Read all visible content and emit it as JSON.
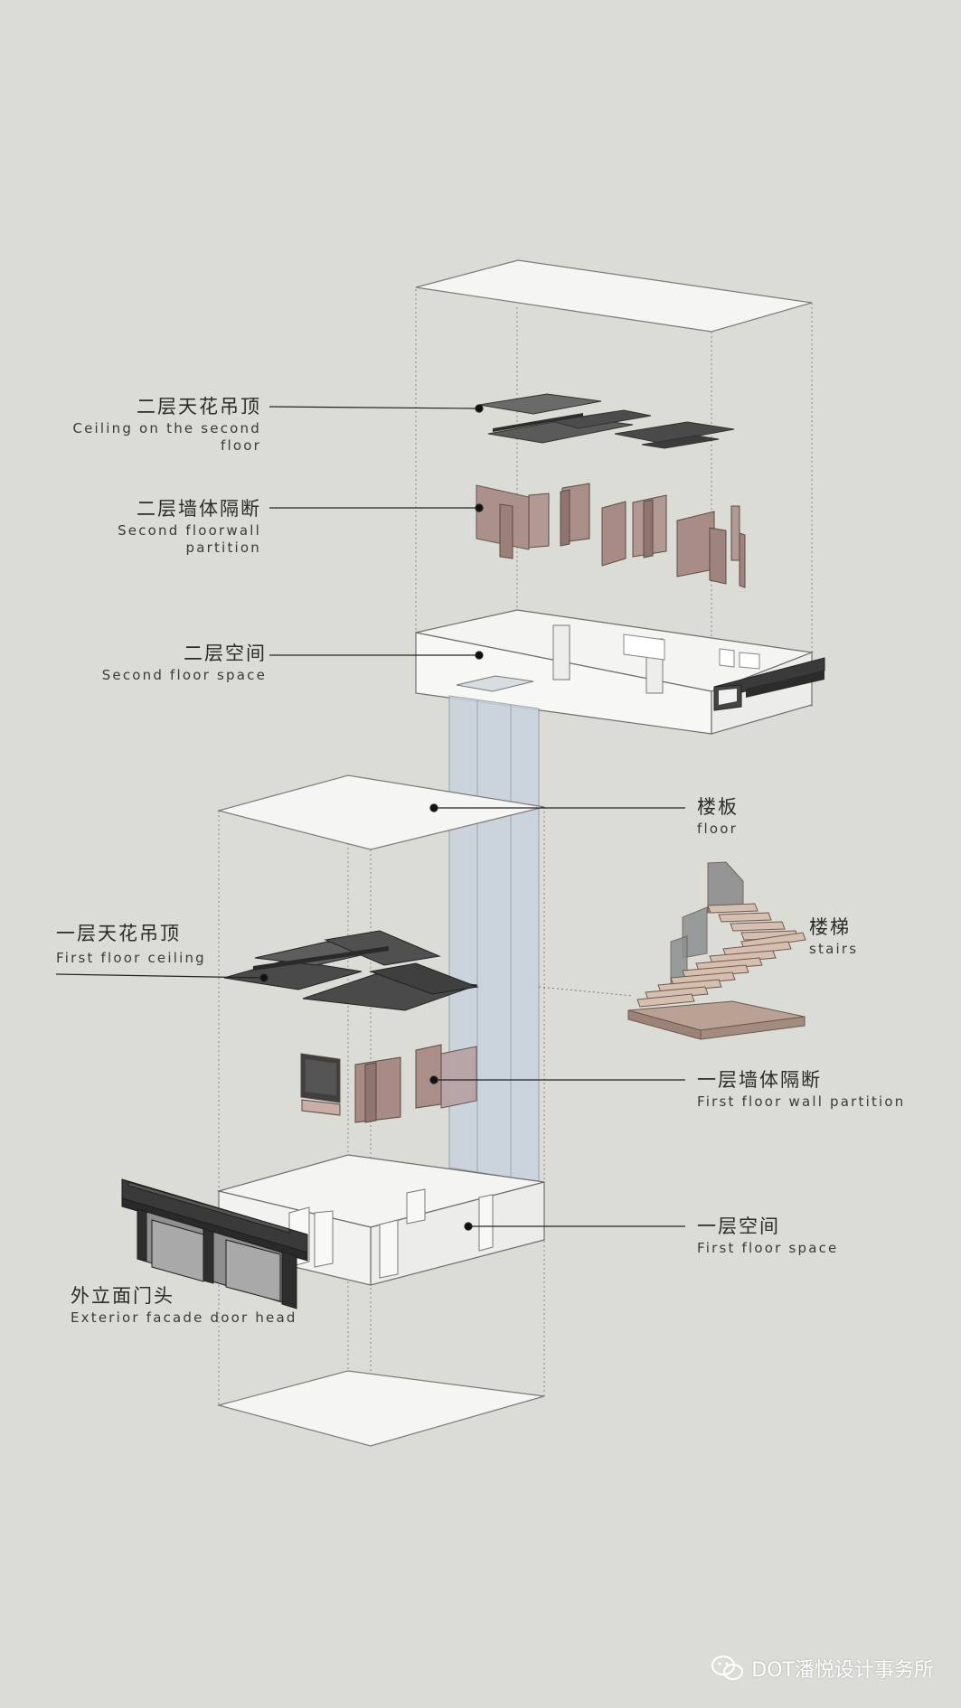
{
  "labels": {
    "ceiling2": {
      "zh": "二层天花吊顶",
      "en1": "Ceiling on the second",
      "en2": "floor"
    },
    "wall2": {
      "zh": "二层墙体隔断",
      "en1": "Second floorwall",
      "en2": "partition"
    },
    "space2": {
      "zh": "二层空间",
      "en": "Second floor space"
    },
    "slab": {
      "zh": "楼板",
      "en": "floor"
    },
    "stairs": {
      "zh": "楼梯",
      "en": "stairs"
    },
    "ceiling1": {
      "zh": "一层天花吊顶",
      "en": "First floor ceiling"
    },
    "wall1": {
      "zh": "一层墙体隔断",
      "en": "First floor wall partition"
    },
    "space1": {
      "zh": "一层空间",
      "en": "First floor space"
    },
    "facade": {
      "zh": "外立面门头",
      "en": "Exterior facade door head"
    }
  },
  "watermark": "DOT潘悦设计事务所",
  "colors": {
    "background": "#dcdcd6",
    "slab_fill": "#f4f4f2",
    "ceiling_dark": "#4a4a4a",
    "partition": "#a98c86",
    "glass": "#c9d3de",
    "stairs_wood": "#d6bfae"
  }
}
